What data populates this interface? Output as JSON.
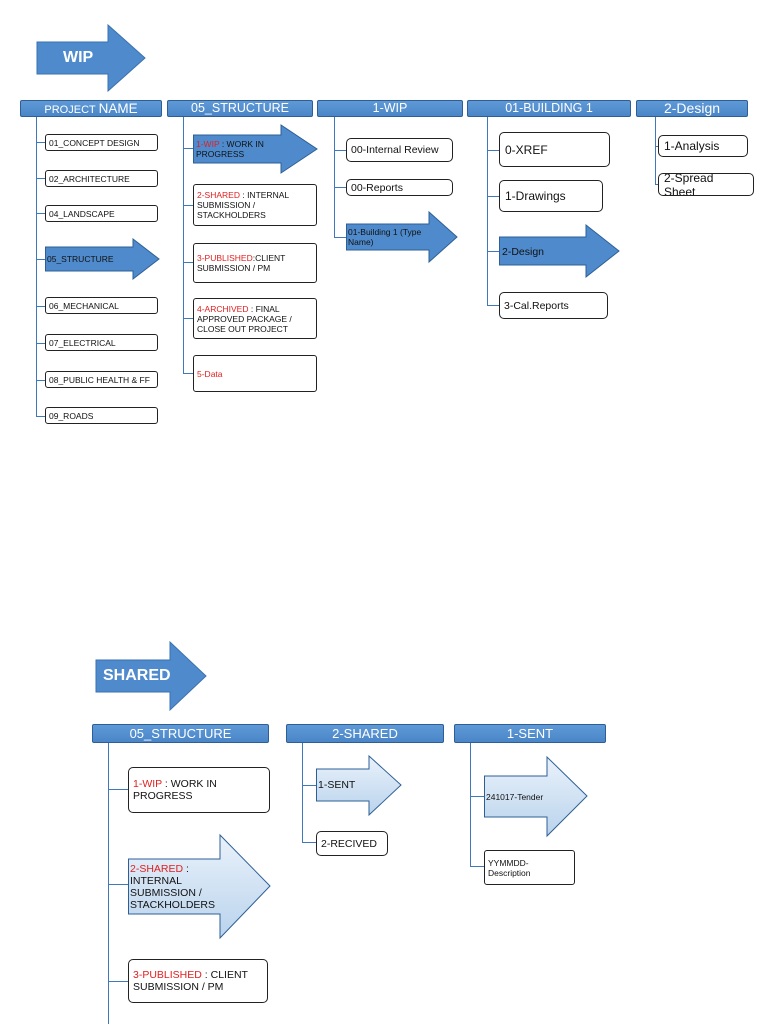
{
  "colors": {
    "header_fill": "#4a86c8",
    "connector": "#3f78bb",
    "highlight_red": "#e02020",
    "arrow_dark": "#4a86c8",
    "arrow_light": "#bcd6ee"
  },
  "wip": {
    "banner": "WIP",
    "headers": {
      "project_name_prefix": "PROJECT ",
      "project_name_suffix": "NAME",
      "structure": "05_STRUCTURE",
      "wip": "1-WIP",
      "building": "01-BUILDING 1",
      "design": "2-Design"
    },
    "project_items": [
      "01_CONCEPT DESIGN",
      "02_ARCHITECTURE",
      "04_LANDSCAPE",
      "05_STRUCTURE",
      "06_MECHANICAL",
      "07_ELECTRICAL",
      "08_PUBLIC HEALTH & FF",
      "09_ROADS"
    ],
    "structure_items": [
      {
        "code": "1-WIP",
        "text": " : WORK IN PROGRESS"
      },
      {
        "code": "2-SHARED",
        "text": " : INTERNAL SUBMISSION / STACKHOLDERS"
      },
      {
        "code": "3-PUBLISHED",
        "text": ":CLIENT SUBMISSION / PM"
      },
      {
        "code": "4-ARCHIVED",
        "text": " : FINAL APPROVED PACKAGE / CLOSE OUT PROJECT"
      },
      {
        "code": "5-Data",
        "text": ""
      }
    ],
    "wip_items": [
      "00-Internal Review",
      "00-Reports",
      "01-Building 1 (Type Name)"
    ],
    "building_items": [
      "0-XREF",
      "1-Drawings",
      "2-Design",
      "3-Cal.Reports"
    ],
    "design_items": [
      "1-Analysis",
      "2-Spread Sheet"
    ]
  },
  "shared": {
    "banner": "SHARED",
    "headers": {
      "structure": "05_STRUCTURE",
      "shared": "2-SHARED",
      "sent": "1-SENT"
    },
    "structure_items": [
      {
        "code": "1-WIP",
        "text": " : WORK IN PROGRESS"
      },
      {
        "code": "2-SHARED",
        "text": " : INTERNAL SUBMISSION / STACKHOLDERS"
      },
      {
        "code": "3-PUBLISHED",
        "text": " : CLIENT SUBMISSION / PM"
      }
    ],
    "shared_items": [
      "1-SENT",
      "2-RECIVED"
    ],
    "sent_items": [
      "241017-Tender",
      "YYMMDD-Description"
    ]
  }
}
